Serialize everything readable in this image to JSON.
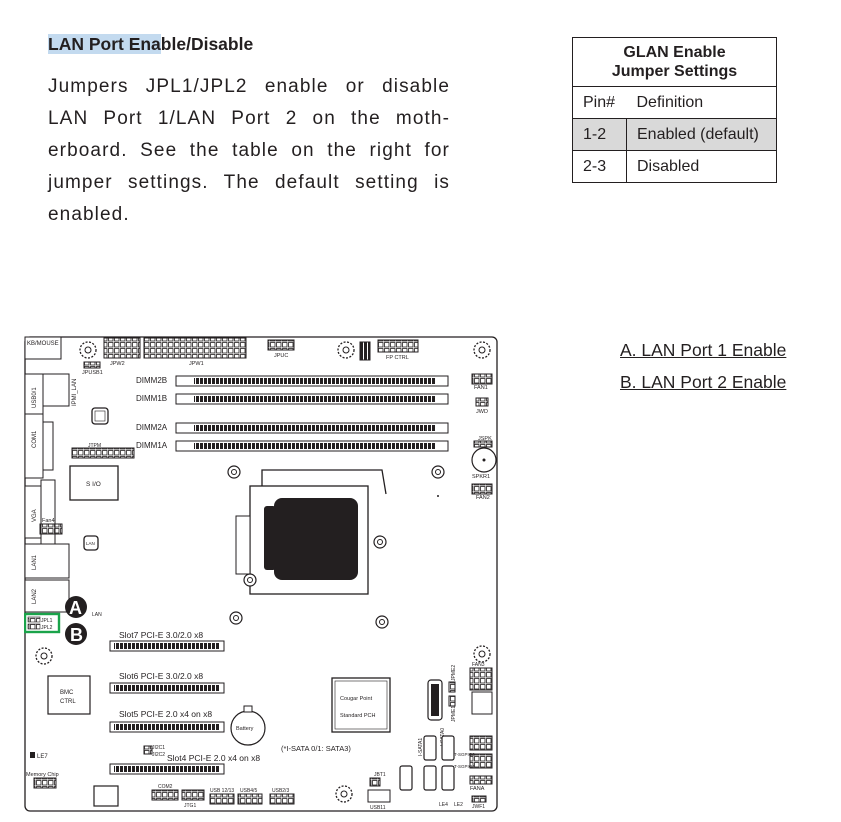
{
  "section": {
    "title_highlighted": "LAN Port Ena",
    "title_rest": "ble/Disable",
    "paragraph": "Jumpers JPL1/JPL2 enable or disable LAN Port 1/LAN Port 2 on the moth-erboard. See the table on the right for jumper settings. The default setting is enabled."
  },
  "table": {
    "title_line1": "GLAN Enable",
    "title_line2": "Jumper Settings",
    "col_pin": "Pin#",
    "col_def": "Definition",
    "rows": [
      {
        "pin": "1-2",
        "definition": "Enabled (default)"
      },
      {
        "pin": "2-3",
        "definition": "Disabled"
      }
    ]
  },
  "legend": {
    "a": "A. LAN Port 1 Enable",
    "b": "B. LAN Port 2 Enable"
  },
  "board": {
    "callout_a": "A",
    "callout_b": "B",
    "colors": {
      "highlight": "#1aa34a",
      "outline": "#231f20"
    },
    "labels": {
      "kbmouse": "KB/MOUSE",
      "usb01": "USB0/1",
      "ipmi_lan": "IPMI_LAN",
      "jpusb1": "JPUSB1",
      "jpw2": "JPW2",
      "jpw1": "JPW1",
      "jpuc": "JPUC",
      "fpctrl": "FP CTRL",
      "fan1": "FAN1",
      "jwd": "JWD",
      "jspk": "JSPK",
      "spkr1": "SPKR1",
      "fan2": "FAN2",
      "dimm2b": "DIMM2B",
      "dimm1b": "DIMM1B",
      "dimm2a": "DIMM2A",
      "dimm1a": "DIMM1A",
      "com1": "COM1",
      "jtpm": "JTPM",
      "sio": "S I/O",
      "vga": "VGA",
      "fan4": "Fan4",
      "lan_chip": "LAN",
      "lan1": "LAN1",
      "lan2": "LAN2",
      "jpl1": "JPL1",
      "jpl2": "JPL2",
      "lan_small": "LAN",
      "slot7": "Slot7 PCI-E 3.0/2.0 x8",
      "slot6": "Slot6 PCI-E 3.0/2.0 x8",
      "slot5": "Slot5 PCI-E 2.0 x4 on x8",
      "slot4": "Slot4 PCI-E 2.0 x4 on x8",
      "bmc1": "BMC",
      "bmc2": "CTRL",
      "battery": "Battery",
      "pch1": "Cougar Point",
      "pch2": "Standard PCH",
      "sata_note": "(*I-SATA 0/1: SATA3)",
      "jpme2": "JPME2",
      "jpme1": "JPME1",
      "fan3": "FAN3",
      "isata0": "I-SATA0",
      "isata1": "I-SATA1",
      "tsgpio2": "T-SGPIO2",
      "tsgpio1": "T-SGPIO1",
      "le7": "LE7",
      "jl2c1": "JI2C1",
      "jl2c2": "JI2C2",
      "memchip": "Memory Chip",
      "com2": "COM2",
      "jtg1": "JTG1",
      "usb1213": "USB 12/13",
      "usb45": "USB4/5",
      "usb23": "USB2/3",
      "jbt1": "JBT1",
      "usb11": "USB11",
      "fana": "FANA",
      "le4": "LE4",
      "le2": "LE2",
      "jwf1": "JWF1"
    }
  }
}
